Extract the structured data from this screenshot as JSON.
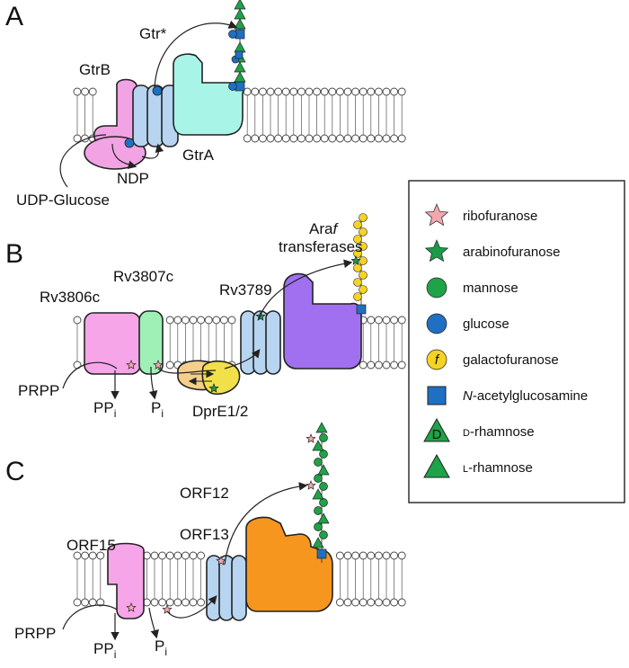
{
  "panels": {
    "a": {
      "letter": "A",
      "gtr_star": "Gtr*",
      "gtrb": "GtrB",
      "gtra": "GtrA",
      "ndp": "NDP",
      "udp_glucose": "UDP-Glucose"
    },
    "b": {
      "letter": "B",
      "araf_line1_prefix": "Ara",
      "araf_line1_italic": "f",
      "araf_line2": "transferases",
      "rv3807c": "Rv3807c",
      "rv3806c": "Rv3806c",
      "rv3789": "Rv3789",
      "prpp": "PRPP",
      "ppi": "PP",
      "pi": "P",
      "sub_i": "i",
      "dpre": "DprE1/2"
    },
    "c": {
      "letter": "C",
      "orf12": "ORF12",
      "orf13": "ORF13",
      "orf15": "ORF15",
      "prpp": "PRPP",
      "ppi": "PP",
      "pi": "P",
      "sub_i": "i"
    }
  },
  "legend": {
    "items": [
      {
        "label": "ribofuranose",
        "shape": "star",
        "color": "#f4a6ad"
      },
      {
        "label": "arabinofuranose",
        "shape": "star",
        "color": "#1c9a48"
      },
      {
        "label": "mannose",
        "shape": "circle",
        "color": "#1ea348"
      },
      {
        "label": "glucose",
        "shape": "circle",
        "color": "#1f6fc2"
      },
      {
        "label": "galactofuranose",
        "shape": "circle-f",
        "color": "#f5d323",
        "glyph": "f"
      },
      {
        "label": "N-acetylglucosamine",
        "shape": "square",
        "color": "#1f6fc2",
        "italic_prefix": "N",
        "rest": "-acetylglucosamine"
      },
      {
        "label": "D-rhamnose",
        "shape": "triangle-d",
        "color": "#1ea348",
        "glyph": "D",
        "prefix": "D",
        "rest": "-rhamnose"
      },
      {
        "label": "L-rhamnose",
        "shape": "triangle",
        "color": "#1ea348",
        "prefix": "L",
        "rest": "-rhamnose"
      }
    ]
  },
  "colors": {
    "gtrb": "#f2a3e4",
    "gtra": "#b7d4f0",
    "gtr_star": "#a8f5e8",
    "rv3806c": "#f6a5e8",
    "rv3807c": "#9ef0b7",
    "rv3789": "#b7d4f0",
    "araf": "#a070f0",
    "dpre": "#f5cf8a",
    "orf12": "#f7961e",
    "orf15": "#f6a5e8",
    "orf13": "#b7d4f0"
  }
}
